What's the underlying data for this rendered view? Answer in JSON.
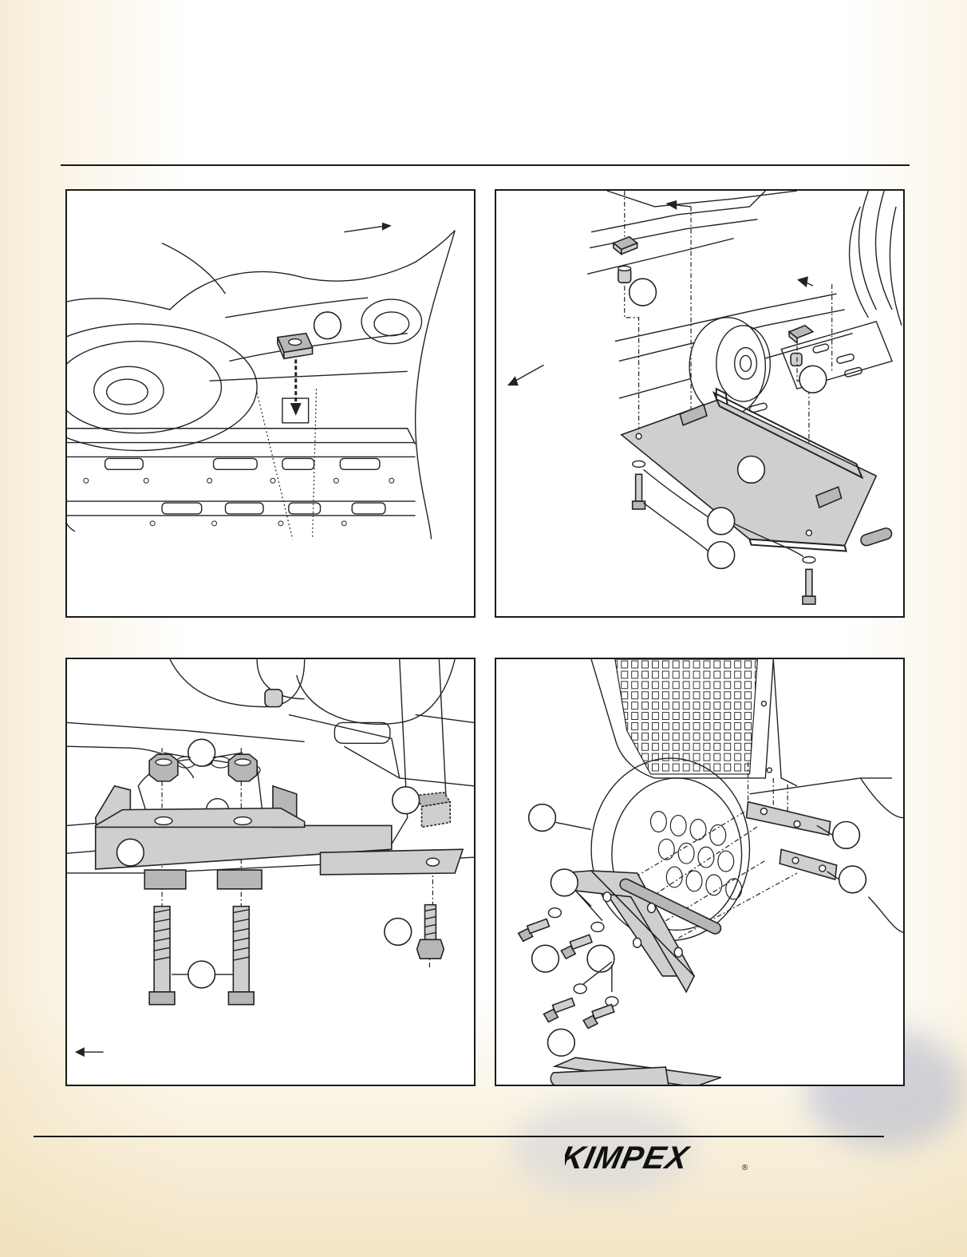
{
  "brand": {
    "name": "KIMPEX",
    "mark": "®"
  },
  "figures": [
    {
      "id": "step-1",
      "icon": "insert-nut-illustration"
    },
    {
      "id": "step-2",
      "icon": "skid-plate-install-illustration"
    },
    {
      "id": "step-3",
      "icon": "bolt-bracket-illustration"
    },
    {
      "id": "step-4",
      "icon": "front-bumper-install-illustration"
    }
  ],
  "colors": {
    "accent": "#1a1a1a",
    "part_fill": "#cfcfcf",
    "background_tint": "#f3e4c0"
  }
}
